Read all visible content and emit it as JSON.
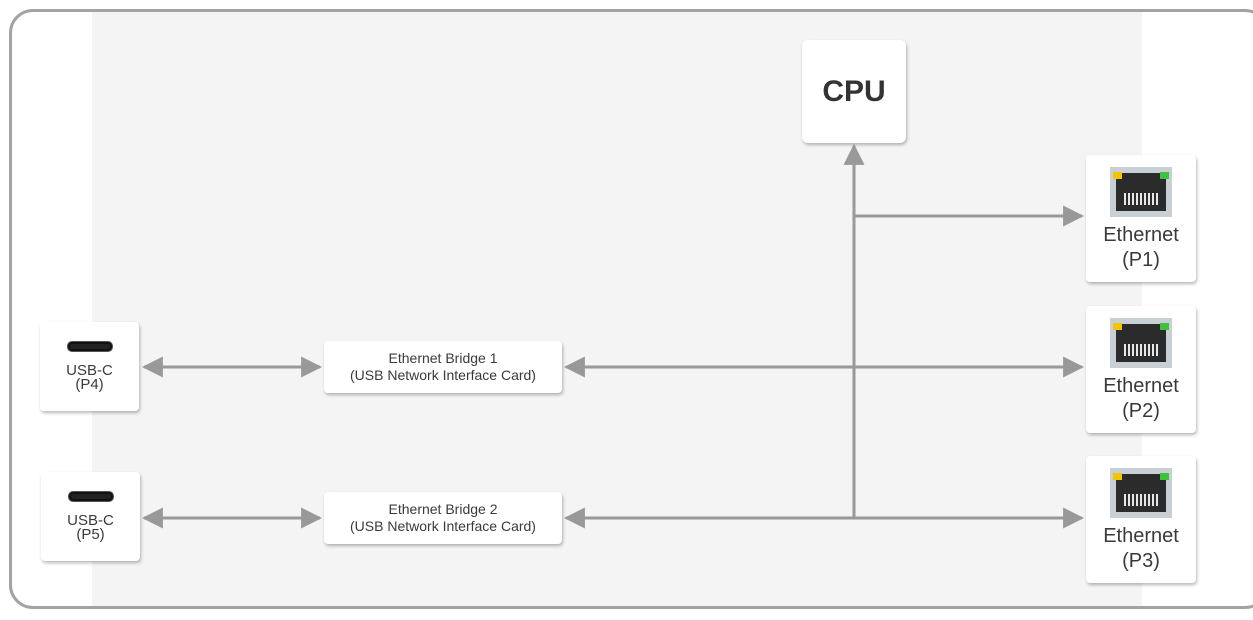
{
  "cpu": {
    "label": "CPU"
  },
  "ethernet_ports": [
    {
      "line1": "Ethernet",
      "line2": "(P1)",
      "icon": "ethernet-jack-icon"
    },
    {
      "line1": "Ethernet",
      "line2": "(P2)",
      "icon": "ethernet-jack-icon"
    },
    {
      "line1": "Ethernet",
      "line2": "(P3)",
      "icon": "ethernet-jack-icon"
    }
  ],
  "usb_ports": [
    {
      "line1": "USB-C",
      "line2": "(P4)",
      "icon": "usb-c-port-icon"
    },
    {
      "line1": "USB-C",
      "line2": "(P5)",
      "icon": "usb-c-port-icon"
    }
  ],
  "bridges": [
    {
      "line1": "Ethernet Bridge 1",
      "line2": "(USB Network Interface Card)"
    },
    {
      "line1": "Ethernet Bridge 2",
      "line2": "(USB Network Interface Card)"
    }
  ],
  "colors": {
    "connector": "#999999",
    "panel": "#f4f4f4",
    "frame": "#a3a3a3",
    "led_yellow": "#f5c400",
    "led_green": "#3ec23e"
  }
}
